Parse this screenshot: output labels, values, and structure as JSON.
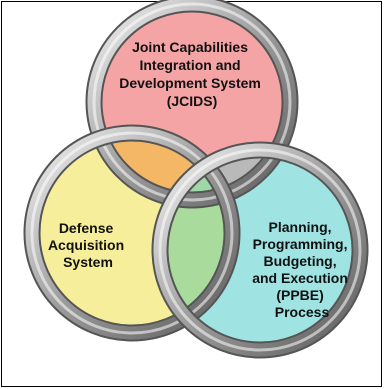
{
  "diagram": {
    "circles": [
      {
        "id": "jcids",
        "lines": [
          "Joint Capabilities",
          "Integration and",
          "Development System",
          "(JCIDS)"
        ],
        "fill": "#f4a4a4"
      },
      {
        "id": "das",
        "lines": [
          "Defense",
          "Acquisition",
          "System"
        ],
        "fill": "#f6ee9a"
      },
      {
        "id": "ppbe",
        "lines": [
          "Planning,",
          "Programming,",
          "Budgeting,",
          "and Execution",
          "(PPBE)",
          "Process"
        ],
        "fill": "#9fe3e3"
      }
    ],
    "overlap_colors": {
      "jcids_das": "#f3b766",
      "jcids_ppbe": "#b9b9b9",
      "das_ppbe": "#a9dc9c",
      "center": "#9fd7a6"
    },
    "ring_color": "#a8a8a8"
  }
}
